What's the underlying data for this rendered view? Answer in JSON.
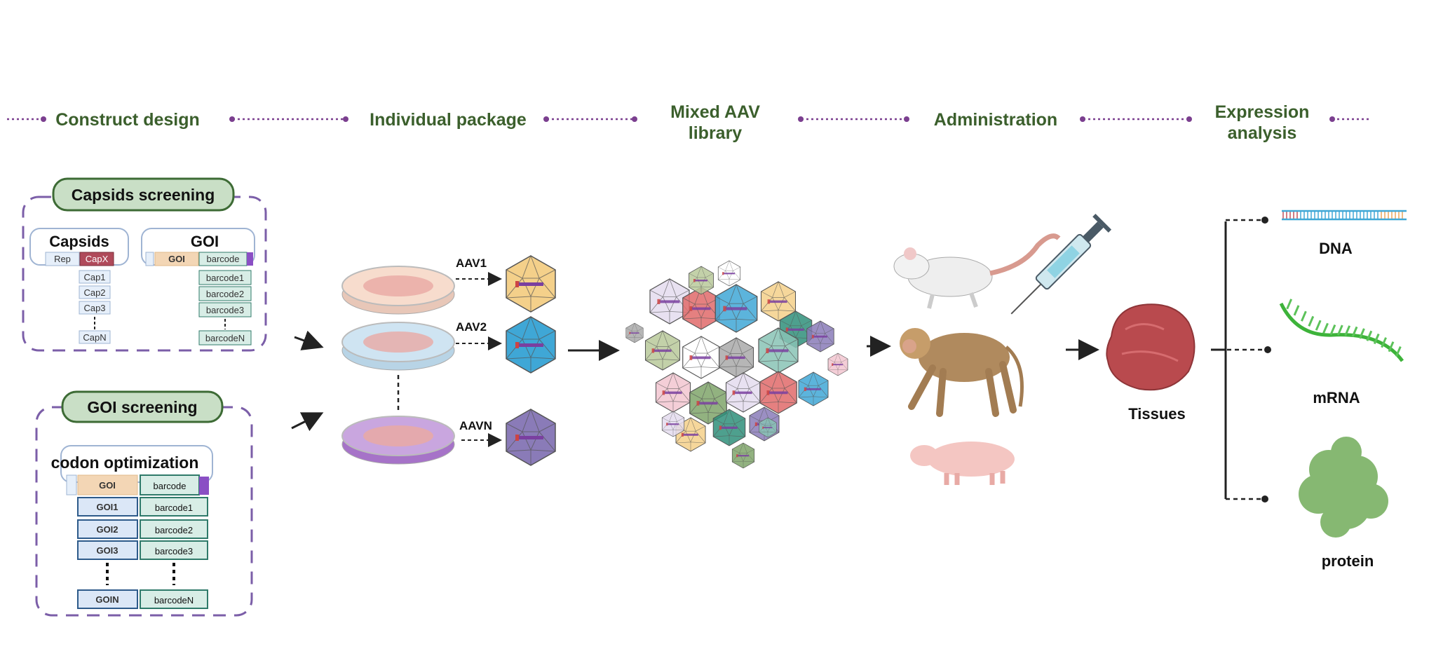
{
  "stages": [
    "Construct design",
    "Individual package",
    "Mixed AAV",
    "library",
    "Administration",
    "Expression",
    "analysis"
  ],
  "capsids_panel": {
    "title": "Capsids screening",
    "capsids_label": "Capsids",
    "rep": "Rep",
    "capx": "CapX",
    "caps": [
      "Cap1",
      "Cap2",
      "Cap3",
      "CapN"
    ],
    "goi_label": "GOI",
    "goi": "GOI",
    "barcode": "barcode",
    "barcodes": [
      "barcode1",
      "barcode2",
      "barcode3",
      "barcodeN"
    ]
  },
  "goi_panel": {
    "title": "GOI screening",
    "codon_label": "codon optimization",
    "goi": "GOI",
    "barcode": "barcode",
    "gois": [
      "GOI1",
      "GOI2",
      "GOI3",
      "GOIN"
    ],
    "barcodes": [
      "barcode1",
      "barcode2",
      "barcode3",
      "barcodeN"
    ]
  },
  "package": {
    "aav": [
      "AAV1",
      "AAV2",
      "AAVN"
    ]
  },
  "analysis": {
    "tissues": "Tissues",
    "outputs": [
      "DNA",
      "mRNA",
      "protein"
    ]
  },
  "colors": {
    "stage_text": "#3b5f2c",
    "dots": "#7b3f8f",
    "pill_fill": "#c9dfc6",
    "pill_stroke": "#3d6b35",
    "capx": "#b04a5a",
    "goi_fill": "#f3d6b5",
    "barcode_fill": "#d8ede6",
    "barcode_stroke": "#2f7a6a",
    "cap_fill": "#e6effa"
  }
}
